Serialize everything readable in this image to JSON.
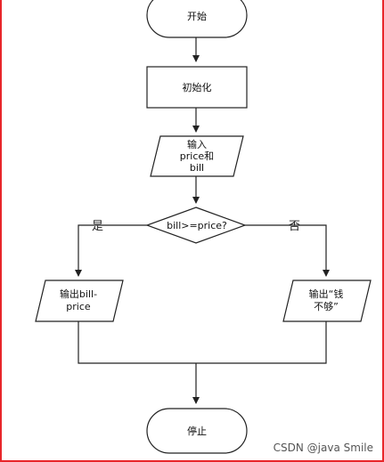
{
  "diagram": {
    "nodes": {
      "start": "开始",
      "init": "初始化",
      "input_line1": "输入",
      "input_line2": "price和",
      "input_line3": "bill",
      "decision": "bill>=price?",
      "out_yes_line1": "输出bill-",
      "out_yes_line2": "price",
      "out_no_line1": "输出“钱",
      "out_no_line2": "不够”",
      "stop": "停止"
    },
    "edge_labels": {
      "yes": "是",
      "no": "否"
    }
  },
  "watermark": "CSDN @java Smile",
  "colors": {
    "frame_border": "#e8262a",
    "line": "#222222",
    "node_fill": "#ffffff"
  }
}
